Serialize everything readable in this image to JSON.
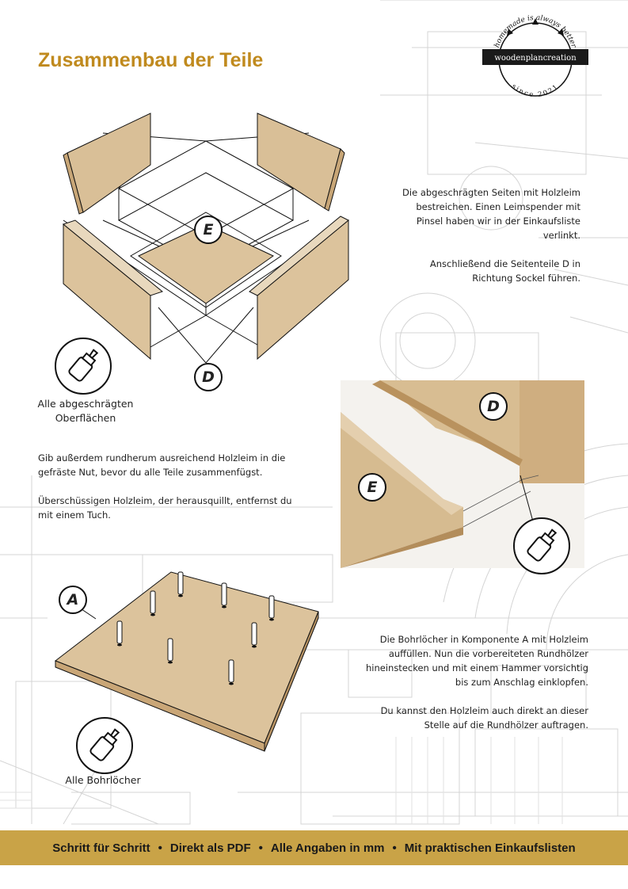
{
  "title": "Zusammenbau der Teile",
  "logo": {
    "arc_top": "homemade is always better",
    "brand": "woodenplancreation",
    "arc_bottom": "since 2021"
  },
  "step1": {
    "line1": "Die abgeschrägten Seiten mit Holzleim",
    "line2": "bestreichen. Einen Leimspender mit",
    "line3": "Pinsel haben wir in der Einkaufsliste",
    "line4": "verlinkt.",
    "line5": "Anschließend die Seitenteile D in",
    "line6": "Richtung Sockel führen."
  },
  "labels": {
    "e": "E",
    "d": "D",
    "a": "A"
  },
  "caption1": {
    "line1": "Alle abgeschrägten",
    "line2": "Oberflächen"
  },
  "step2": {
    "line1": "Gib außerdem rundherum ausreichend Holzleim in die",
    "line2": "gefräste Nut, bevor du alle Teile zusammenfügst.",
    "line3": "Überschüssigen Holzleim, der herausquillt, entfernst du",
    "line4": "mit einem Tuch."
  },
  "step3": {
    "line1": "Die Bohrlöcher in Komponente A mit Holzleim",
    "line2": "auffüllen. Nun die vorbereiteten Rundhölzer",
    "line3": "hineinstecken und mit einem Hammer vorsichtig",
    "line4": "bis zum Anschlag einklopfen.",
    "line5": "Du kannst den Holzleim auch direkt an dieser",
    "line6": "Stelle auf die Rundhölzer auftragen."
  },
  "caption2": "Alle Bohrlöcher",
  "footer": {
    "item1": "Schritt für Schritt",
    "item2": "Direkt als PDF",
    "item3": "Alle Angaben in mm",
    "item4": "Mit praktischen Einkaufslisten",
    "separator": "•"
  },
  "colors": {
    "accent": "#c08a1e",
    "footer_bg": "#c9a347",
    "wood": "#dcc39c",
    "wood_dark": "#c8a677"
  },
  "icons": [
    "glue-bottle-icon",
    "blueprint-background",
    "logo-sawblade"
  ]
}
